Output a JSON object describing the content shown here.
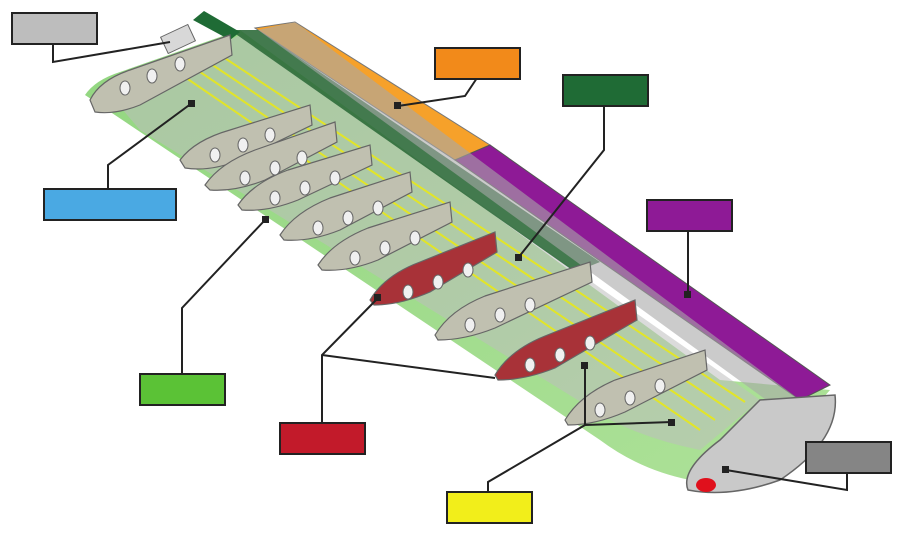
{
  "diagram": {
    "kind": "wing-structure-cutaway",
    "labels": [
      {
        "id": "root-fitting",
        "color": "#bdbdbd",
        "text": ""
      },
      {
        "id": "wing-skin-lower",
        "color": "#4aa9e3",
        "text": ""
      },
      {
        "id": "rib",
        "color": "#5bc236",
        "text": ""
      },
      {
        "id": "lightened-rib",
        "color": "#c21a2a",
        "text": ""
      },
      {
        "id": "stringer",
        "color": "#f2ee1a",
        "text": ""
      },
      {
        "id": "leading-edge",
        "color": "#f28a1a",
        "text": ""
      },
      {
        "id": "spar",
        "color": "#1f6b35",
        "text": ""
      },
      {
        "id": "trailing-edge-flap",
        "color": "#8e1a96",
        "text": ""
      },
      {
        "id": "navigation-light",
        "color": "#858585",
        "text": ""
      }
    ]
  }
}
